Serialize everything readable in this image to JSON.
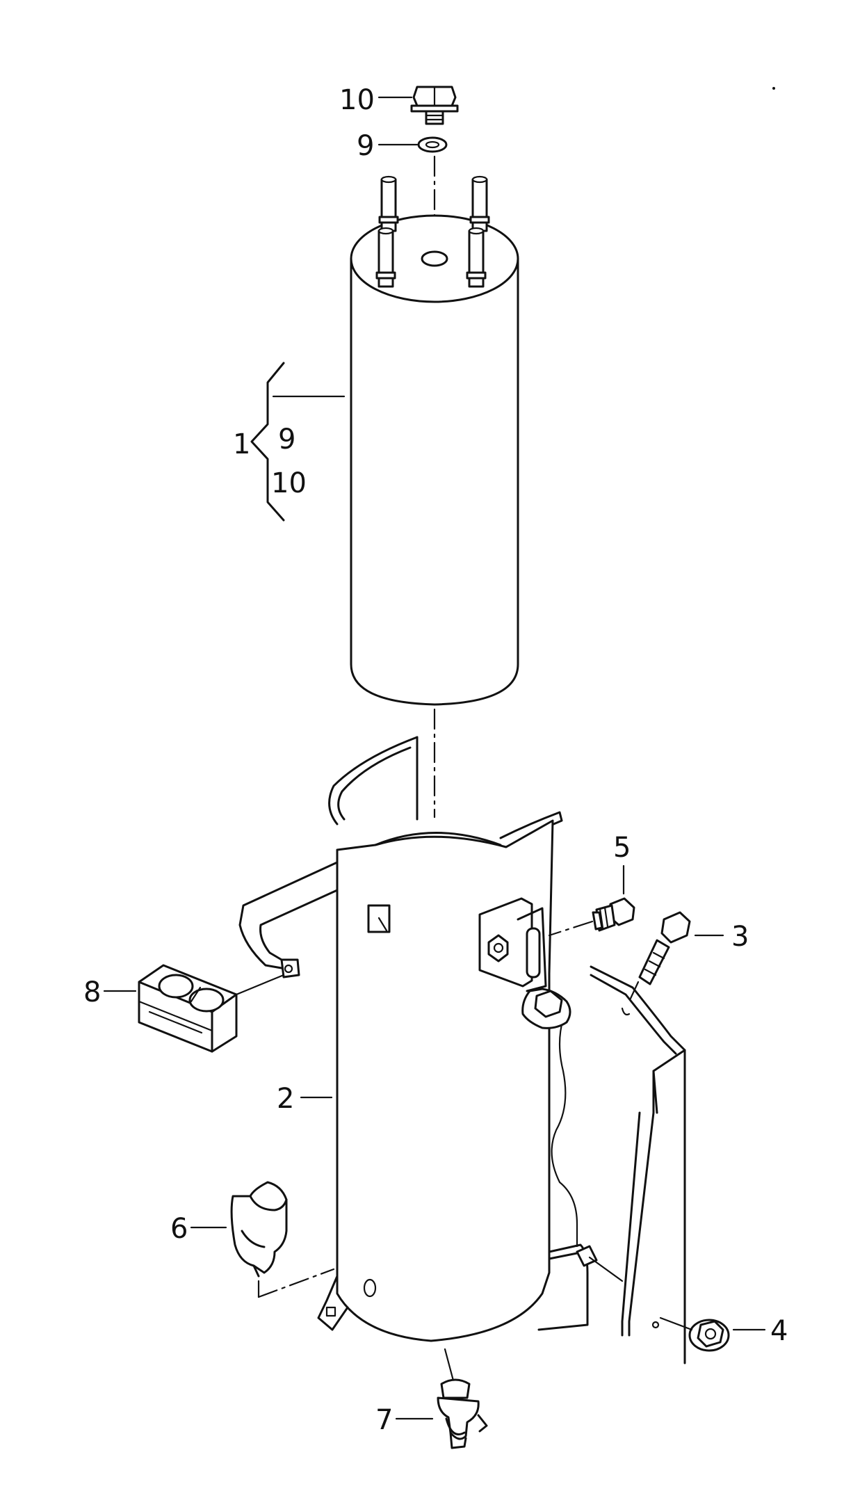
{
  "callouts": {
    "c1": "1",
    "c1_sub9": "9",
    "c1_sub10": "10",
    "c2": "2",
    "c3": "3",
    "c4": "4",
    "c5": "5",
    "c6": "6",
    "c7": "7",
    "c8": "8",
    "c9": "9",
    "c10": "10"
  }
}
